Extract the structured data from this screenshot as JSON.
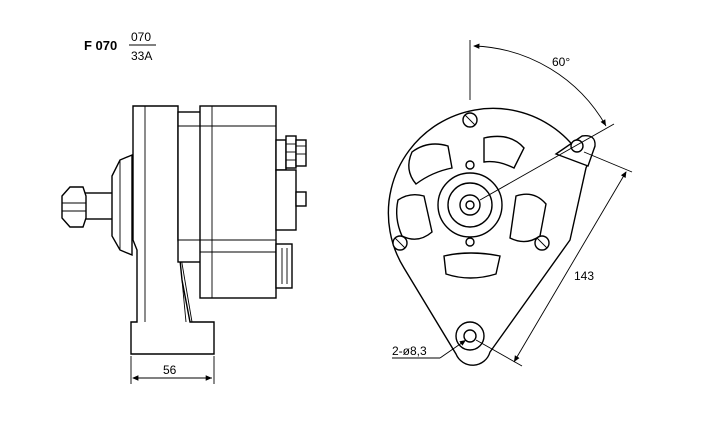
{
  "title": {
    "code": "F 070",
    "numerator": "070",
    "denominator": "33A"
  },
  "dimensions": {
    "angle": "60°",
    "width": "56",
    "hole_spacing": "143",
    "holes": "2-ø8,3"
  },
  "colors": {
    "line": "#000000",
    "background": "#ffffff"
  }
}
